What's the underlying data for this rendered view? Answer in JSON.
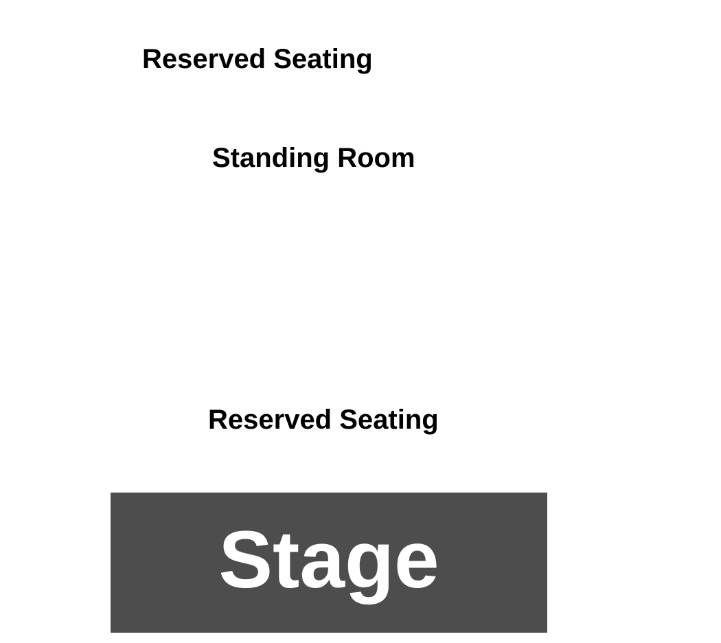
{
  "sections": {
    "upper_reserved": {
      "label": "Reserved Seating"
    },
    "standing": {
      "label": "Standing Room"
    },
    "lower_reserved": {
      "label": "Reserved Seating"
    }
  },
  "stage": {
    "label": "Stage",
    "color": "#4d4d4d",
    "text_color": "#ffffff"
  },
  "colors": {
    "background": "#ffffff",
    "label_text": "#000000"
  }
}
